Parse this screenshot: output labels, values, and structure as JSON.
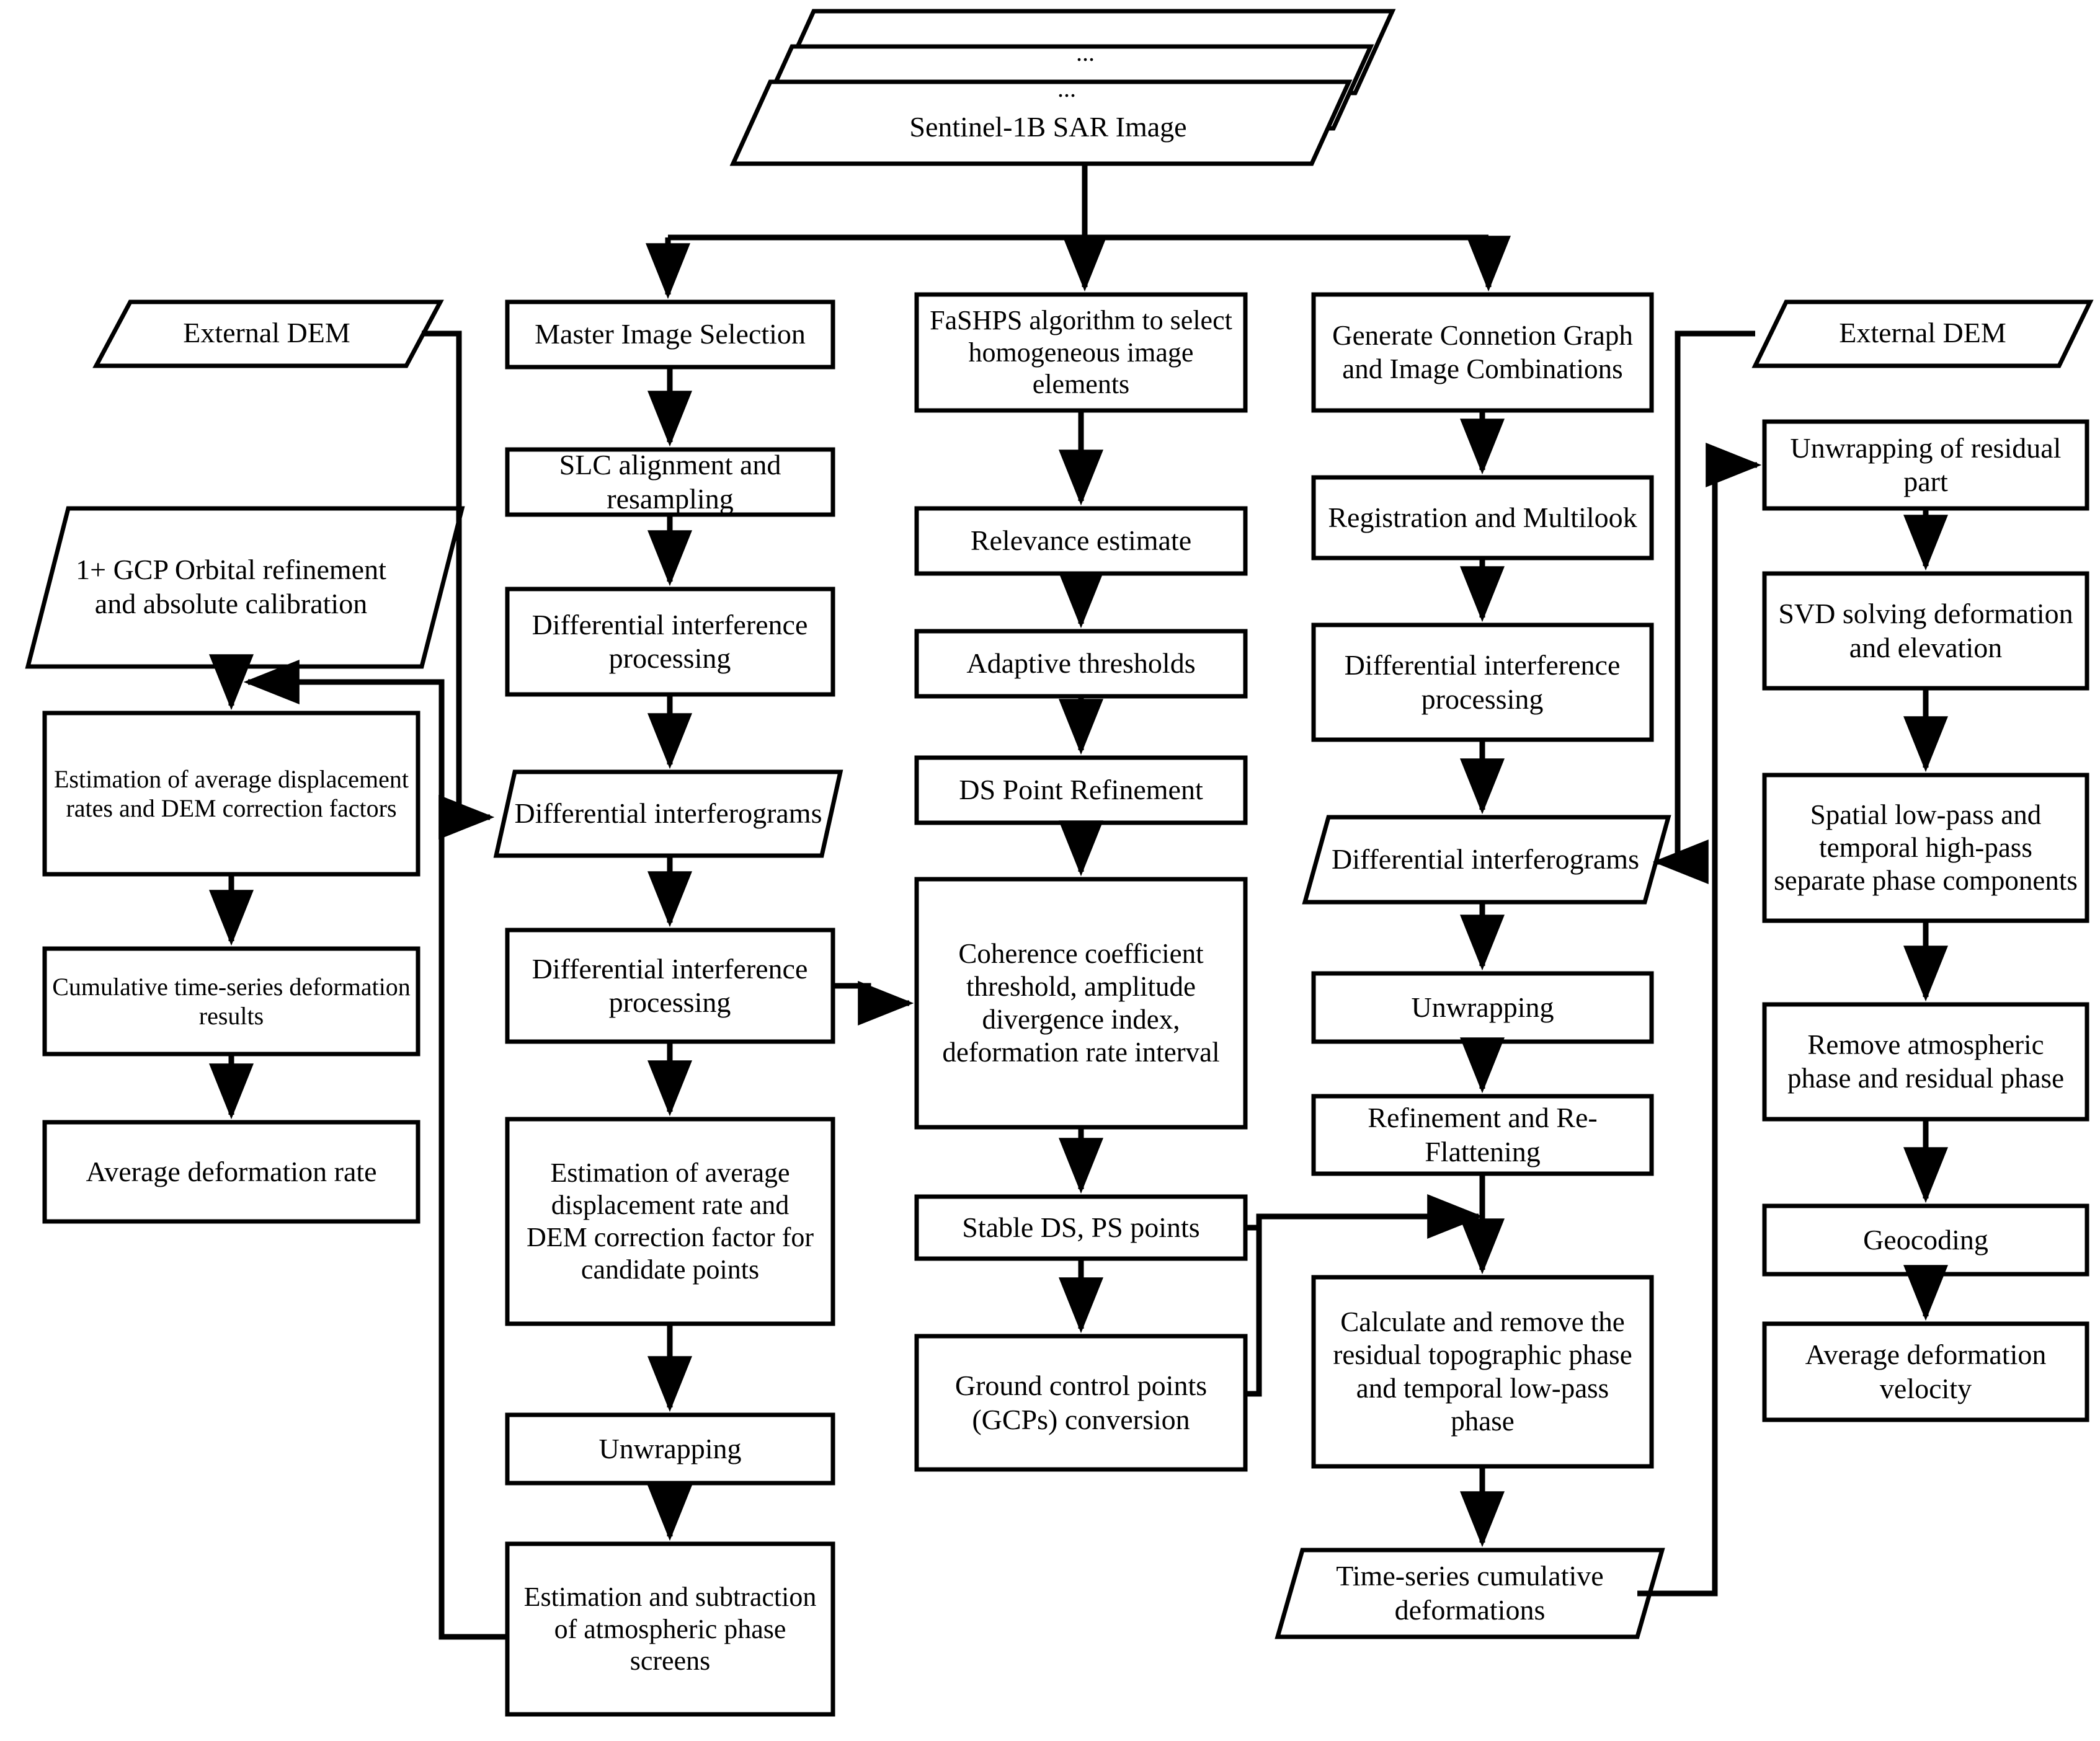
{
  "diagram": {
    "title": "SAR InSAR time-series processing flowchart",
    "stroke_color": "#000000",
    "fill_color": "#ffffff",
    "background": "#ffffff"
  },
  "stack": {
    "ellipsis_top": "...",
    "ellipsis_mid": "...",
    "input_label": "Sentinel-1B SAR Image"
  },
  "nodes": {
    "external_dem_left": "External DEM",
    "gcp_orbital": "1+ GCP Orbital refinement and absolute calibration",
    "est_avg_disp_dem": "Estimation of average displacement rates and DEM correction factors",
    "cumulative_ts": "Cumulative time-series deformation results",
    "avg_def_rate": "Average deformation rate",
    "master_image": "Master Image Selection",
    "slc_align": "SLC alignment and resampling",
    "diff_interf_proc_1": "Differential interference processing",
    "diff_interferograms_1": "Differential interferograms",
    "diff_interf_proc_2": "Differential interference processing",
    "est_avg_disp_cand": "Estimation of average displacement rate and DEM correction factor for candidate points",
    "unwrapping_c2": "Unwrapping",
    "est_sub_aps": "Estimation and subtraction of atmospheric phase screens",
    "fashps": "FaSHPS algorithm to select homogeneous image elements",
    "relevance": "Relevance estimate",
    "adaptive_thresholds": "Adaptive thresholds",
    "ds_point_refine": "DS Point Refinement",
    "coherence_thresh": "Coherence coefficient threshold, amplitude divergence index, deformation rate interval",
    "stable_ds_ps": "Stable DS, PS points",
    "gcp_conversion": "Ground control points (GCPs) conversion",
    "gen_conn_graph": "Generate Connetion Graph and Image Combinations",
    "registration_multilook": "Registration and Multilook",
    "diff_interf_proc_3": "Differential interference processing",
    "diff_interferograms_2": "Differential interferograms",
    "unwrapping_c4": "Unwrapping",
    "refinement_reflatten": "Refinement and Re-Flattening",
    "calc_remove_residual": "Calculate and remove the residual topographic phase and temporal low-pass phase",
    "time_series_cum": "Time-series cumulative deformations",
    "external_dem_right": "External DEM",
    "unwrap_residual": "Unwrapping of residual part",
    "svd_solving": "SVD solving deformation and elevation",
    "spatial_lowpass": "Spatial low-pass and temporal high-pass separate phase components",
    "remove_atmos": "Remove atmospheric phase and residual phase",
    "geocoding": "Geocoding",
    "avg_def_velocity": "Average deformation velocity"
  }
}
